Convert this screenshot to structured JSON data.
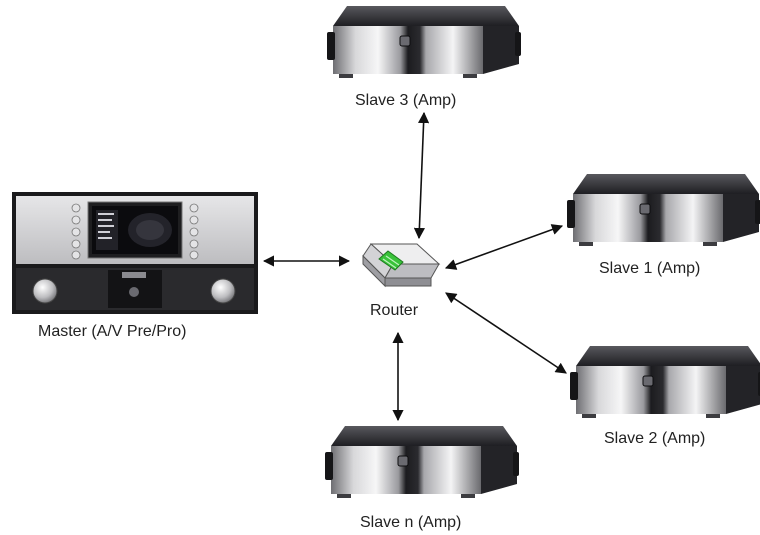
{
  "nodes": {
    "master": {
      "label": "Master (A/V Pre/Pro)",
      "icon": "av-preprocessor-icon"
    },
    "router": {
      "label": "Router",
      "icon": "router-icon"
    },
    "slave3": {
      "label": "Slave 3 (Amp)",
      "icon": "amplifier-icon"
    },
    "slave1": {
      "label": "Slave 1 (Amp)",
      "icon": "amplifier-icon"
    },
    "slave2": {
      "label": "Slave 2 (Amp)",
      "icon": "amplifier-icon"
    },
    "slaven": {
      "label": "Slave n (Amp)",
      "icon": "amplifier-icon"
    }
  },
  "connections": [
    {
      "from": "router",
      "to": "master",
      "direction": "bidirectional"
    },
    {
      "from": "router",
      "to": "slave3",
      "direction": "bidirectional"
    },
    {
      "from": "router",
      "to": "slave1",
      "direction": "bidirectional"
    },
    {
      "from": "router",
      "to": "slave2",
      "direction": "bidirectional"
    },
    {
      "from": "router",
      "to": "slaven",
      "direction": "bidirectional"
    }
  ],
  "colors": {
    "arrow": "#111111",
    "router_led": "#39c23a",
    "amp_body": "#2a2a2e",
    "faceplate": "#d9d9dc"
  }
}
